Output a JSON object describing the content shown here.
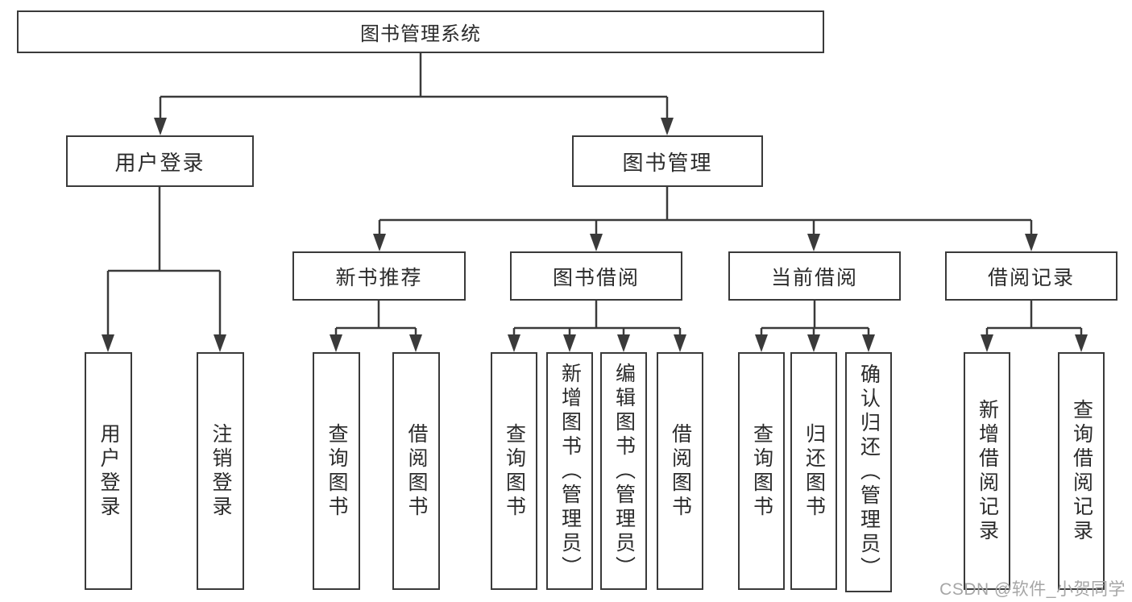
{
  "tree": {
    "root": "图书管理系统",
    "branches": [
      {
        "label": "用户登录",
        "children": [
          "用户登录",
          "注销登录"
        ]
      },
      {
        "label": "图书管理",
        "groups": [
          {
            "label": "新书推荐",
            "children": [
              "查询图书",
              "借阅图书"
            ]
          },
          {
            "label": "图书借阅",
            "children": [
              "查询图书",
              "新增图书（管理员）",
              "编辑图书（管理员）",
              "借阅图书"
            ]
          },
          {
            "label": "当前借阅",
            "children": [
              "查询图书",
              "归还图书",
              "确认归还（管理员）"
            ]
          },
          {
            "label": "借阅记录",
            "children": [
              "新增借阅记录",
              "查询借阅记录"
            ]
          }
        ]
      }
    ]
  },
  "colors": {
    "line": "#3a3a3a",
    "text": "#2b2b2b",
    "watermark_gray": "#a6a6a6"
  },
  "watermark": "CSDN @软件_小贺同学"
}
